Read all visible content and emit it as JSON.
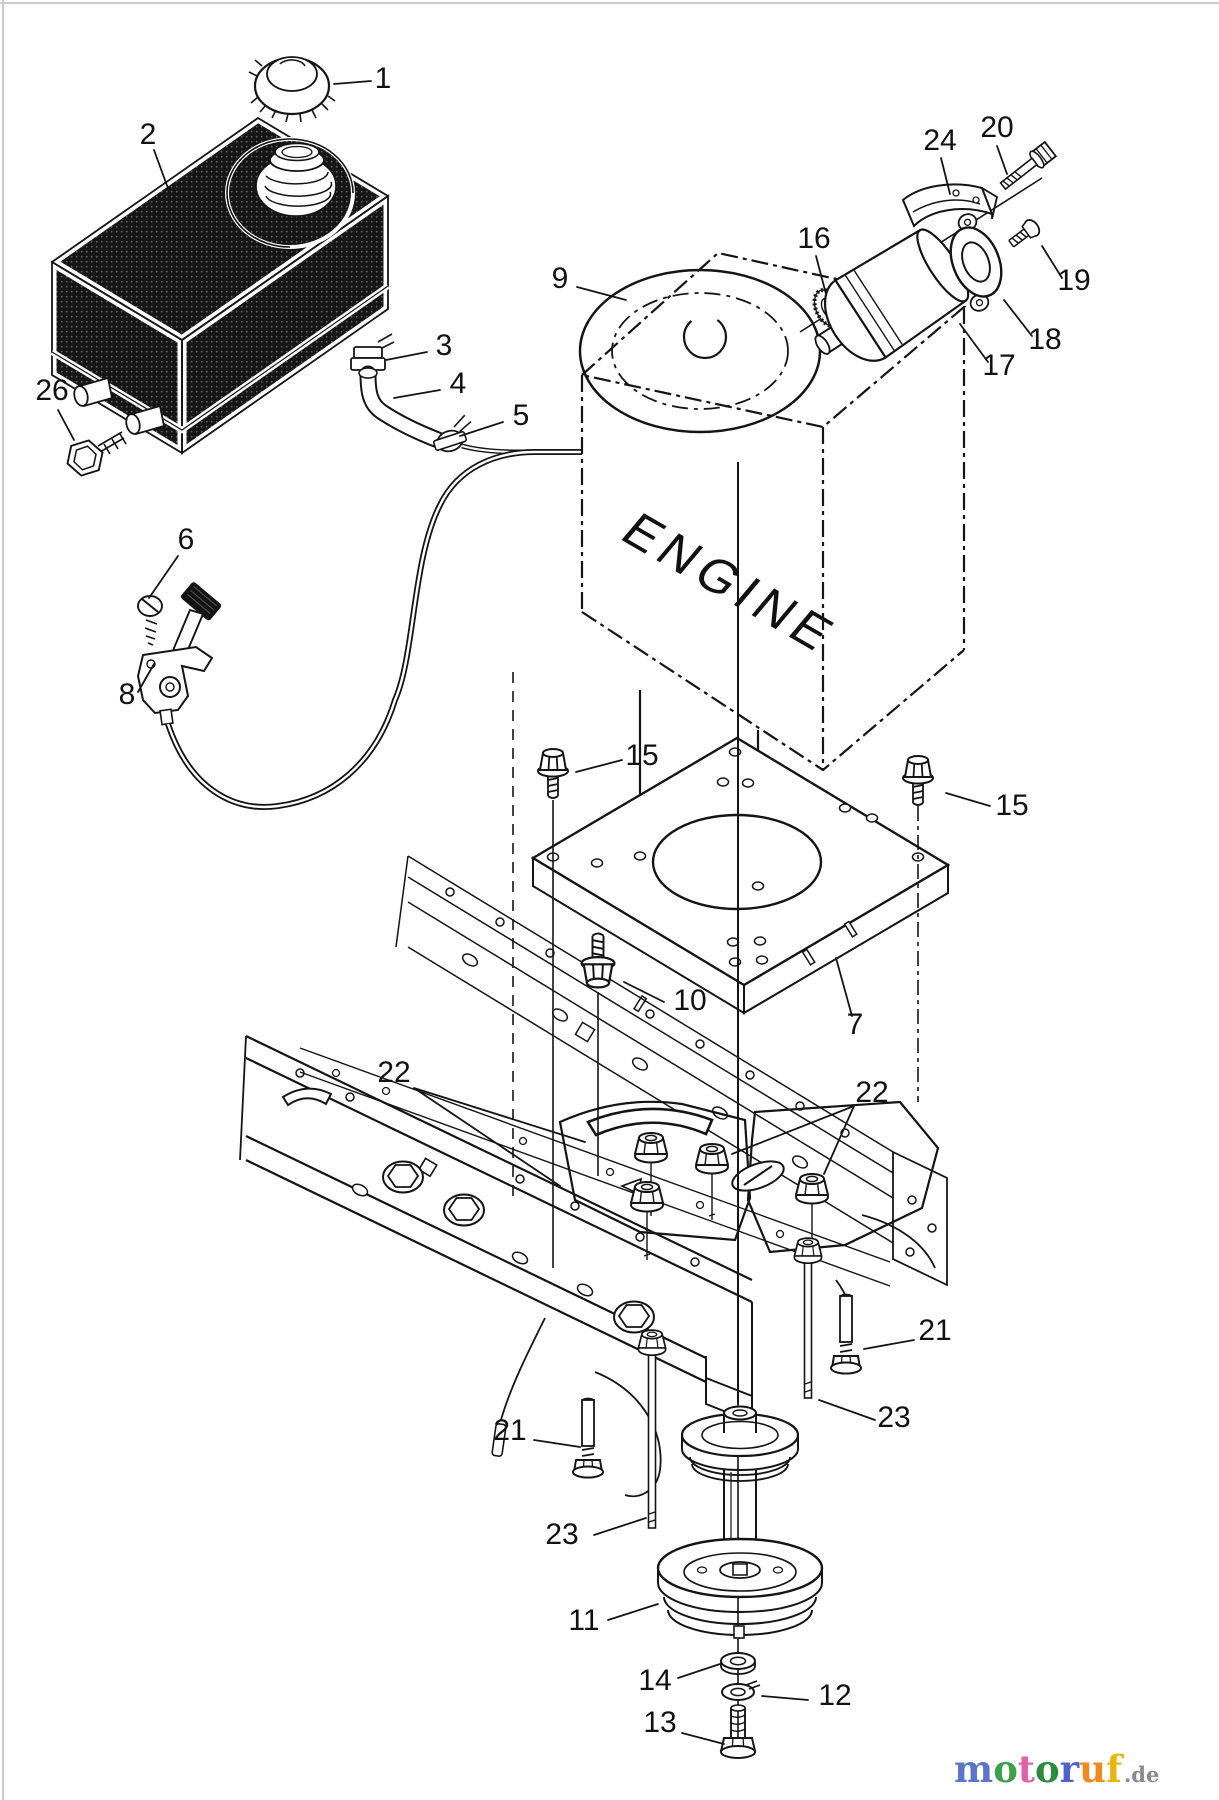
{
  "diagram": {
    "engine_text": "ENGINE",
    "callouts": [
      "1",
      "2",
      "3",
      "4",
      "5",
      "26",
      "6",
      "8",
      "9",
      "24",
      "20",
      "16",
      "19",
      "18",
      "17",
      "15",
      "15",
      "10",
      "7",
      "22",
      "22",
      "21",
      "23",
      "21",
      "23",
      "11",
      "14",
      "12",
      "13"
    ]
  },
  "watermark": {
    "letters": [
      {
        "ch": "m",
        "color": "#5b76c8"
      },
      {
        "ch": "o",
        "color": "#3ea04b"
      },
      {
        "ch": "t",
        "color": "#e55fa8"
      },
      {
        "ch": "o",
        "color": "#2e8a3c"
      },
      {
        "ch": "r",
        "color": "#4f63c6"
      },
      {
        "ch": "u",
        "color": "#ef8a1f"
      },
      {
        "ch": "f",
        "color": "#e9b50e"
      }
    ],
    "suffix": ".de",
    "suffix_color": "#8a8a8a"
  }
}
